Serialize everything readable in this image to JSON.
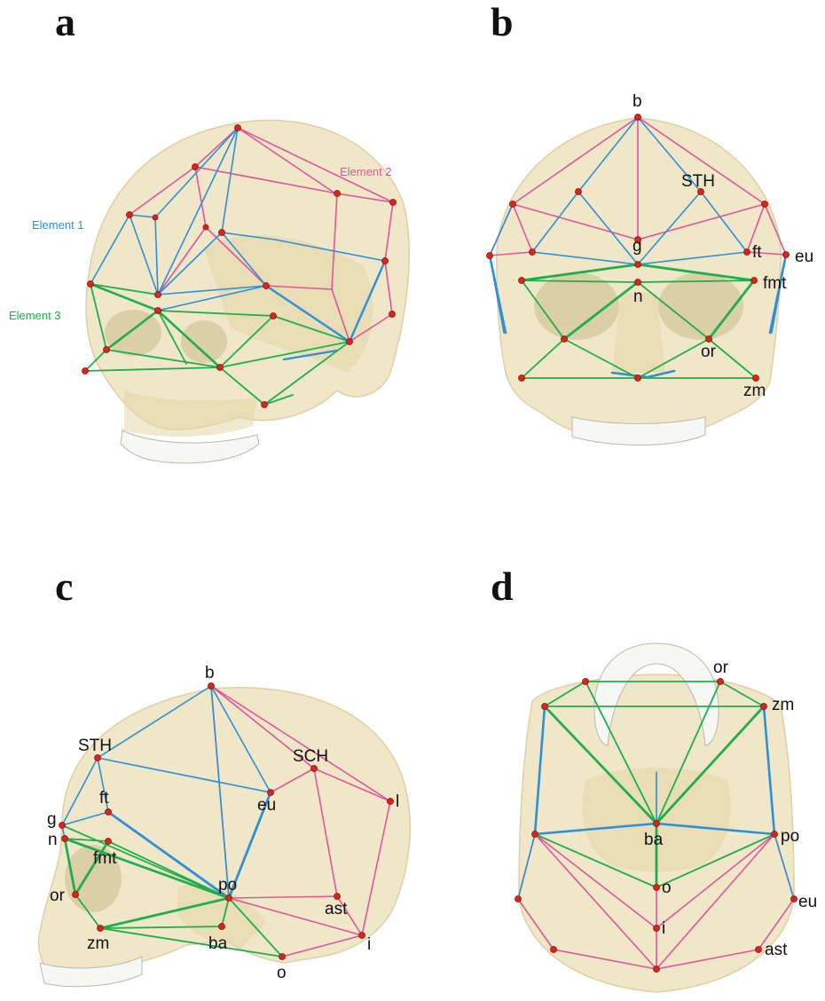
{
  "colors": {
    "element1": "#2e8fd6",
    "element2": "#e0559a",
    "element3": "#1fae4b",
    "landmark": "#d9261c",
    "bone": "#efe6c4"
  },
  "panels": {
    "a": {
      "letter": "a",
      "element1": "Element 1",
      "element2": "Element 2",
      "element3": "Element 3"
    },
    "b": {
      "letter": "b",
      "labels": {
        "b": "b",
        "STH": "STH",
        "g": "g",
        "ft": "ft",
        "eu": "eu",
        "n": "n",
        "fmt": "fmt",
        "or": "or",
        "zm": "zm"
      }
    },
    "c": {
      "letter": "c",
      "labels": {
        "b": "b",
        "STH": "STH",
        "SCH": "SCH",
        "g": "g",
        "n": "n",
        "ft": "ft",
        "fmt": "fmt",
        "eu": "eu",
        "l": "l",
        "or": "or",
        "po": "po",
        "ast": "ast",
        "zm": "zm",
        "ba": "ba",
        "i": "i",
        "o": "o"
      }
    },
    "d": {
      "letter": "d",
      "labels": {
        "or": "or",
        "zm": "zm",
        "ba": "ba",
        "po": "po",
        "eu": "eu",
        "o": "o",
        "ast": "ast",
        "i": "i"
      }
    }
  }
}
